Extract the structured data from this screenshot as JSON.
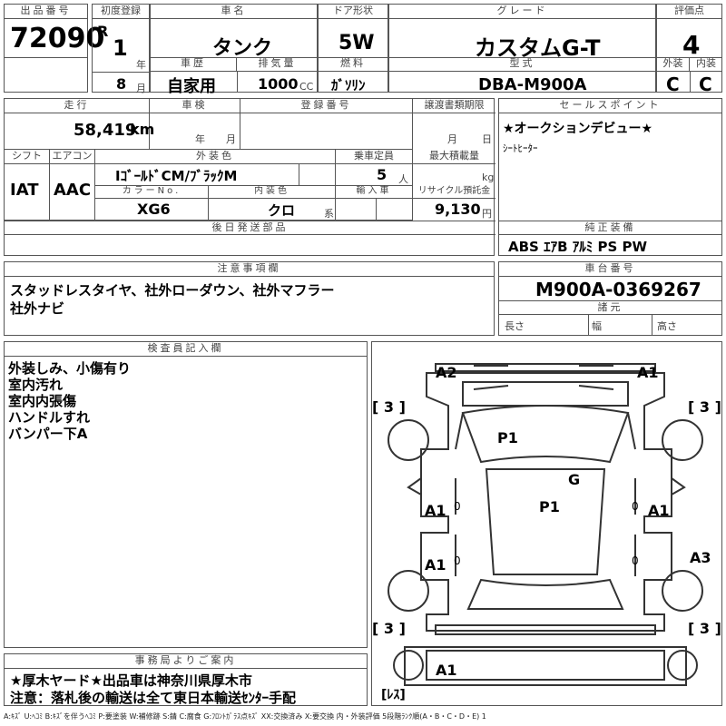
{
  "top": {
    "lot_label": "出品番号",
    "lot_no": "72090",
    "reg_label": "初度登録",
    "era": "R",
    "year": "1",
    "year_unit": "年",
    "month": "8",
    "month_unit": "月",
    "name_label": "車名",
    "name": "タンク",
    "door_label": "ドア形状",
    "door": "5W",
    "grade_label": "グレード",
    "grade": "カスタムG-T",
    "score_label": "評価点",
    "score": "4",
    "history_label": "車歴",
    "history": "自家用",
    "displacement_label": "排気量",
    "displacement": "1000",
    "displacement_unit": "CC",
    "fuel_label": "燃料",
    "fuel": "ｶﾞｿﾘﾝ",
    "model_label": "型式",
    "model": "DBA-M900A",
    "ext_label": "外装",
    "ext": "C",
    "int_label": "内装",
    "int": "C"
  },
  "mid": {
    "mileage_label": "走行",
    "mileage": "58,419",
    "mileage_unit": "km",
    "inspection_label": "車検",
    "insp_year": "年",
    "insp_month": "月",
    "regno_label": "登録番号",
    "transfer_label": "譲渡書類期限",
    "transfer_month": "月",
    "transfer_day": "日",
    "shift_label": "シフト",
    "shift": "IAT",
    "ac_label": "エアコン",
    "ac": "AAC",
    "color_label": "外装色",
    "color": "IｺﾞｰﾙﾄﾞCM/ﾌﾞﾗｯｸM",
    "capacity_label": "乗車定員",
    "capacity": "5",
    "capacity_unit": "人",
    "load_label": "最大積載量",
    "load_unit": "kg",
    "colorno_label": "カラーNo.",
    "colorno": "XG6",
    "intcolor_label": "内装色",
    "intcolor": "クロ",
    "intcolor_unit": "系",
    "import_label": "輸入車",
    "recycle_label": "リサイクル預託金",
    "recycle": "9,130",
    "recycle_unit": "円",
    "later_label": "後日発送部品",
    "sales_label": "セールスポイント",
    "sales_line1": "★オークションデビュー★",
    "sales_line2": "ｼｰﾄﾋｰﾀｰ",
    "equip_label": "純正装備",
    "equip": "ABS ｴｱB ｱﾙﾐ PS PW"
  },
  "notes": {
    "label": "注意事項欄",
    "line1": "スタッドレスタイヤ、社外ローダウン、社外マフラー",
    "line2": "社外ナビ"
  },
  "chassis": {
    "label": "車台番号",
    "value": "M900A-0369267",
    "dims_label": "諸元",
    "length": "長さ",
    "width": "幅",
    "height": "高さ"
  },
  "inspector": {
    "label": "検査員記入欄",
    "lines": [
      "外装しみ、小傷有り",
      "室内汚れ",
      "室内内張傷",
      "ハンドルすれ",
      "バンパー下A"
    ]
  },
  "office": {
    "label": "事務局よりご案内",
    "line1": "★厚木ヤード★出品車は神奈川県厚木市",
    "line2": "注意：落札後の輸送は全て東日本輸送ｾﾝﾀｰ手配"
  },
  "diagram": {
    "marks": {
      "a2": "A2",
      "a1_top": "A1",
      "p1_roof": "P1",
      "g": "G",
      "p1_hood": "P1",
      "a1_l1": "A1",
      "a1_r1": "A1",
      "a1_l2": "A1",
      "a3": "A3",
      "a1_bot": "A1"
    },
    "tire_tl": "[ 3 ]",
    "tire_tr": "[ 3 ]",
    "tire_bl": "[ 3 ]",
    "tire_br": "[ 3 ]",
    "spare": "[ﾚｽ]",
    "zero1": "0",
    "zero2": "0",
    "zero3": "0",
    "zero4": "0"
  },
  "legend": "A:ｷｽﾞ U:ﾍｺﾐ B:ｷｽﾞを伴うﾍｺﾐ P:要塗装 W:補修跡 S:錆 C:腐食 G:ﾌﾛﾝﾄｶﾞﾗｽ点ｷｽﾞ XX:交換済み X:要交換 内・外装評価 5段階ﾗﾝｸ順(A・B・C・D・E) 1"
}
